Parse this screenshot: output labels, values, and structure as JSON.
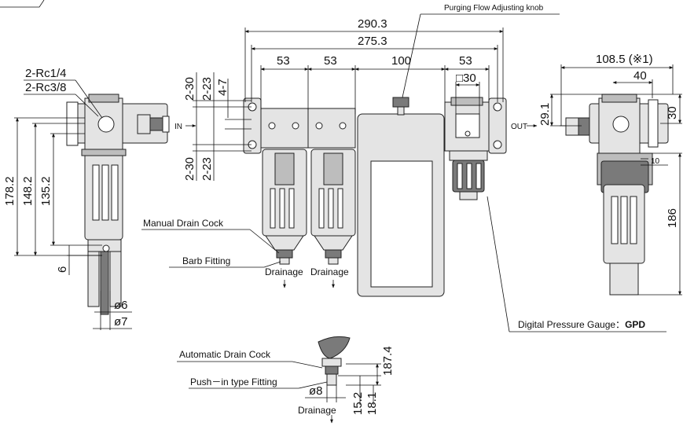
{
  "labels": {
    "purging_knob": "Purging Flow Adjusting knob",
    "manual_drain": "Manual Drain Cock",
    "barb_fitting": "Barb Fitting",
    "drainage": "Drainage",
    "gauge_prefix": "Digital Pressure Gauge：",
    "gauge_code": "GPD",
    "auto_drain": "Automatic Drain Cock",
    "push_fitting": "Push－in type Fitting",
    "in": "IN",
    "out": "OUT",
    "port_a": "2-Rc1/4",
    "port_b": "2-Rc3/8"
  },
  "dimensions": {
    "overall": "290.3",
    "between_mounts": "275.3",
    "w1": "53",
    "w2": "53",
    "w3": "100",
    "w4": "53",
    "gauge_sq": "□30",
    "side_w": "108.5 (※1)",
    "side_40": "40",
    "side_30": "30",
    "side_29": "29.1",
    "side_10": "10",
    "side_186": "186",
    "h_178": "178.2",
    "h_148": "148.2",
    "h_135": "135.2",
    "h_6": "6",
    "d6": "ø6",
    "d7": "ø7",
    "m230a": "2-30",
    "m223a": "2-23",
    "m47": "4-7",
    "m230b": "2-30",
    "m223b": "2-23",
    "d8": "ø8",
    "a187": "187.4",
    "a152": "15.2",
    "a181": "18.1"
  }
}
